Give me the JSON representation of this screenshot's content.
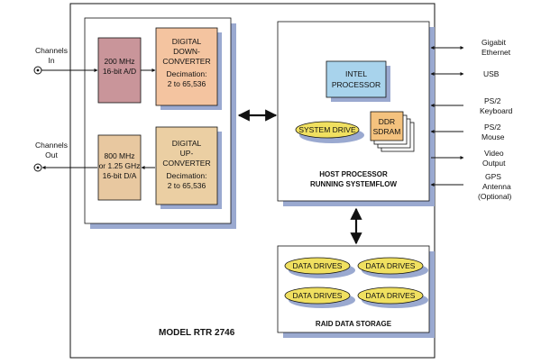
{
  "model_label": "MODEL RTR 2746",
  "channels_in_label": [
    "Channels",
    "In"
  ],
  "channels_out_label": [
    "Channels",
    "Out"
  ],
  "adc": [
    "200 MHz",
    "16-bit A/D"
  ],
  "ddc": [
    "DIGITAL",
    "DOWN-",
    "CONVERTER",
    "Decimation:",
    "2 to 65,536"
  ],
  "dac": [
    "800 MHz",
    "or 1.25 GHz",
    "16-bit D/A"
  ],
  "duc": [
    "DIGITAL",
    "UP-",
    "CONVERTER",
    "Decimation:",
    "2 to 65,536"
  ],
  "intel_processor": [
    "INTEL",
    "PROCESSOR"
  ],
  "system_drive": "SYSTEM DRIVE",
  "ddr_sdram": [
    "DDR",
    "SDRAM"
  ],
  "host_processor": [
    "HOST PROCESSOR",
    "RUNNING SYSTEMFLOW"
  ],
  "data_drive_label": "DATA DRIVES",
  "raid_label": "RAID DATA STORAGE",
  "right_ports": [
    {
      "lines": [
        "Gigabit",
        "Ethernet"
      ],
      "direction": "both"
    },
    {
      "lines": [
        "USB"
      ],
      "direction": "both"
    },
    {
      "lines": [
        "PS/2",
        "Keyboard"
      ],
      "direction": "in"
    },
    {
      "lines": [
        "PS/2",
        "Mouse"
      ],
      "direction": "in"
    },
    {
      "lines": [
        "Video",
        "Output"
      ],
      "direction": "out"
    },
    {
      "lines": [
        "GPS",
        "Antenna",
        "(Optional)"
      ],
      "direction": "in"
    }
  ],
  "colors": {
    "adc": "#c9959a",
    "ddc": "#f4c4a0",
    "dac": "#e8c8a0",
    "duc": "#ebcfa3",
    "intel": "#a8d3ec",
    "drive": "#f0e060",
    "sdram": "#f4c27e",
    "shadow": "#9aa9d0"
  }
}
